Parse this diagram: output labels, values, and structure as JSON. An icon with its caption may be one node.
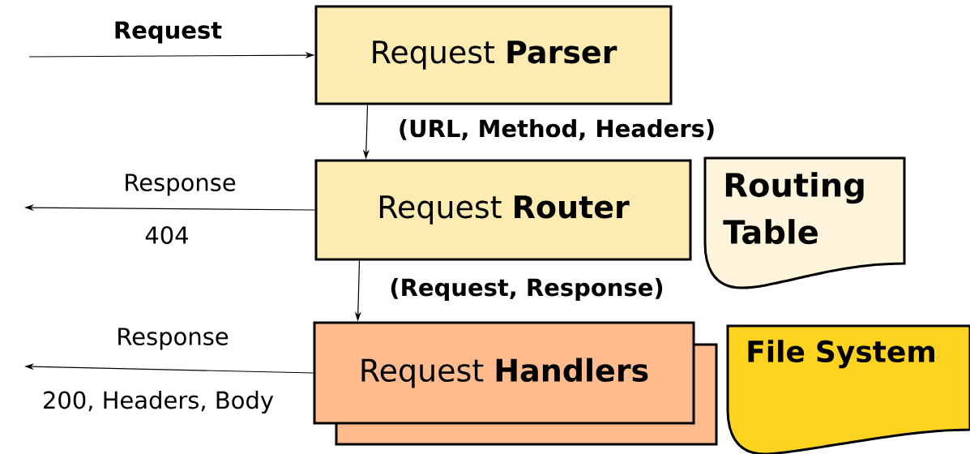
{
  "diagram": {
    "nodes": [
      {
        "text": [
          "Request **Parser**"
        ]
      },
      {
        "text": [
          "Request **Router**"
        ]
      },
      {
        "text": [
          "Request **Handlers**"
        ]
      },
      {
        "text": [
          "Routing Table"
        ]
      },
      {
        "text": [
          "File System"
        ]
      }
    ],
    "edges": [
      {
        "from": null,
        "to": 0,
        "arrow": "to",
        "label": "Request"
      },
      {
        "from": 0,
        "to": 1,
        "arrow": "to",
        "label": "(URL, Method, Headers)"
      },
      {
        "from": 1,
        "to": null,
        "arrow": "to",
        "label": "Response"
      },
      {
        "from": 1,
        "to": 2,
        "arrow": "to",
        "label": "(Request, Response)"
      },
      {
        "from": 2,
        "to": null,
        "arrow": "to",
        "label": "Response"
      }
    ],
    "labels": [
      "404",
      "200, Headers, Body"
    ]
  }
}
